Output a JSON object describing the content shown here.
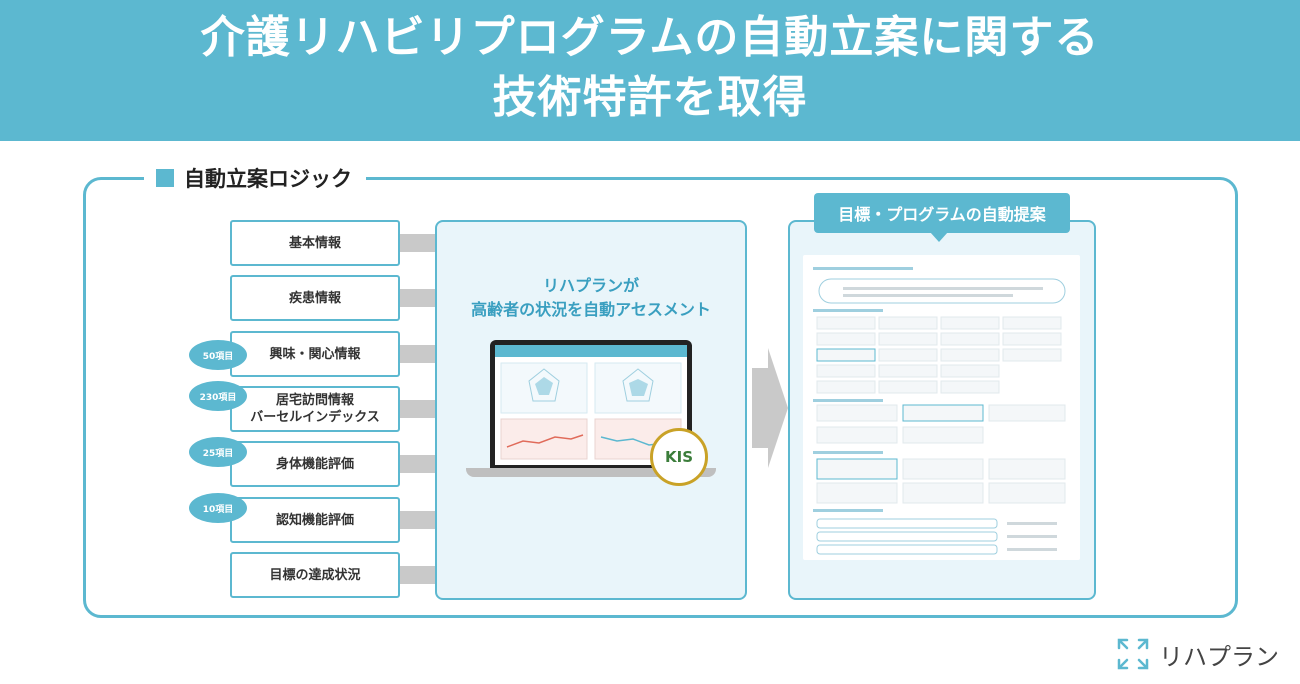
{
  "banner": {
    "line1": "介護リハビリプログラムの自動立案に関する",
    "line2": "技術特許を取得"
  },
  "section": {
    "label": "自動立案ロジック"
  },
  "inputs": [
    {
      "label": "基本情報",
      "badge": ""
    },
    {
      "label": "疾患情報",
      "badge": ""
    },
    {
      "label": "興味・関心情報",
      "badge": "50項目"
    },
    {
      "label": "居宅訪問情報\nバーセルインデックス",
      "badge": "230項目"
    },
    {
      "label": "身体機能評価",
      "badge": "25項目"
    },
    {
      "label": "認知機能評価",
      "badge": "10項目"
    },
    {
      "label": "目標の達成状況",
      "badge": ""
    }
  ],
  "center": {
    "title_line1": "リハプランが",
    "title_line2": "高齢者の状況を自動アセスメント"
  },
  "kis": {
    "label": "KIS"
  },
  "output": {
    "tag": "目標・プログラムの自動提案"
  },
  "brand": {
    "name": "リハプラン"
  },
  "colors": {
    "accent": "#5cb8d0",
    "panel_bg": "#e9f5fa",
    "connector": "#c9c9c9",
    "kis_green": "#3b7d3a",
    "kis_gold": "#c9a227"
  }
}
